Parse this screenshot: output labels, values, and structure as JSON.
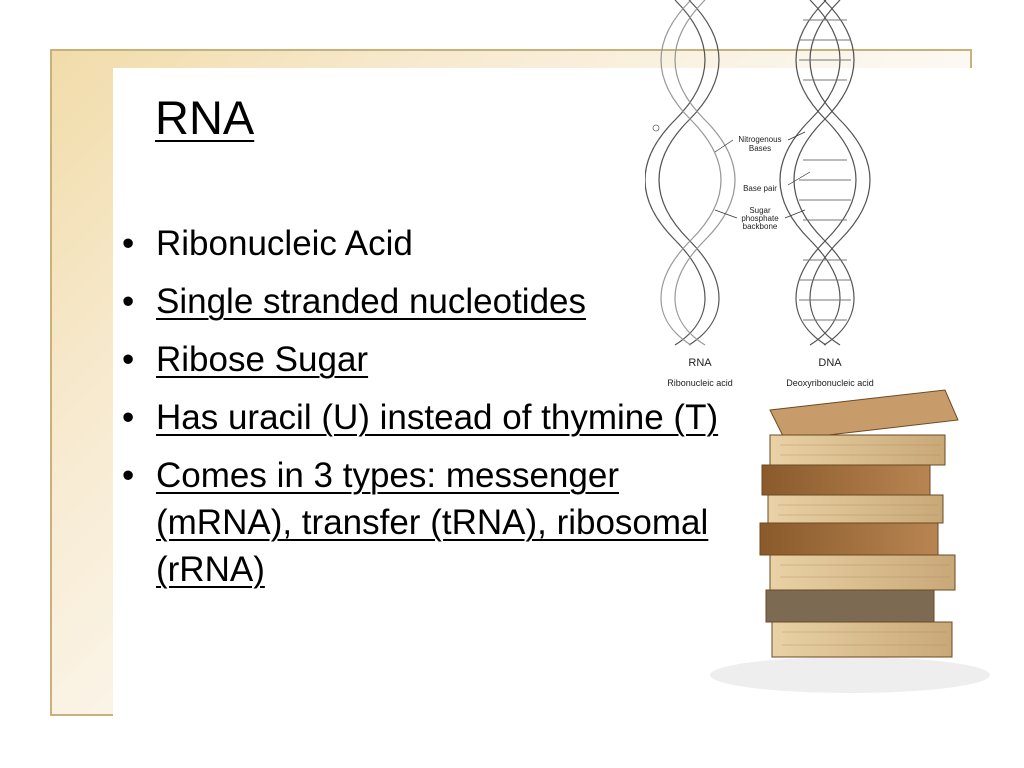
{
  "slide": {
    "title": "RNA",
    "bullets": [
      {
        "text": "Ribonucleic Acid",
        "underlined": false
      },
      {
        "text": "Single stranded nucleotides",
        "underlined": true
      },
      {
        "text": "Ribose Sugar",
        "underlined": true
      },
      {
        "text": "Has uracil (U) instead of thymine (T)",
        "underlined": true
      },
      {
        "text": "Comes in 3 types: messenger (mRNA), transfer (tRNA), ribosomal (rRNA)",
        "underlined": true
      }
    ]
  },
  "diagram": {
    "labels": {
      "nitrogenous": "Nitrogenous",
      "bases": "Bases",
      "base_pair": "Base pair",
      "sugar": "Sugar",
      "phosphate": "phosphate",
      "backbone": "backbone",
      "rna": "RNA",
      "rna_full": "Ribonucleic acid",
      "dna": "DNA",
      "dna_full": "Deoxyribonucleic acid"
    }
  },
  "colors": {
    "frame_border": "#c8b27a",
    "frame_gradient": "#f1dca9",
    "text": "#000000"
  }
}
